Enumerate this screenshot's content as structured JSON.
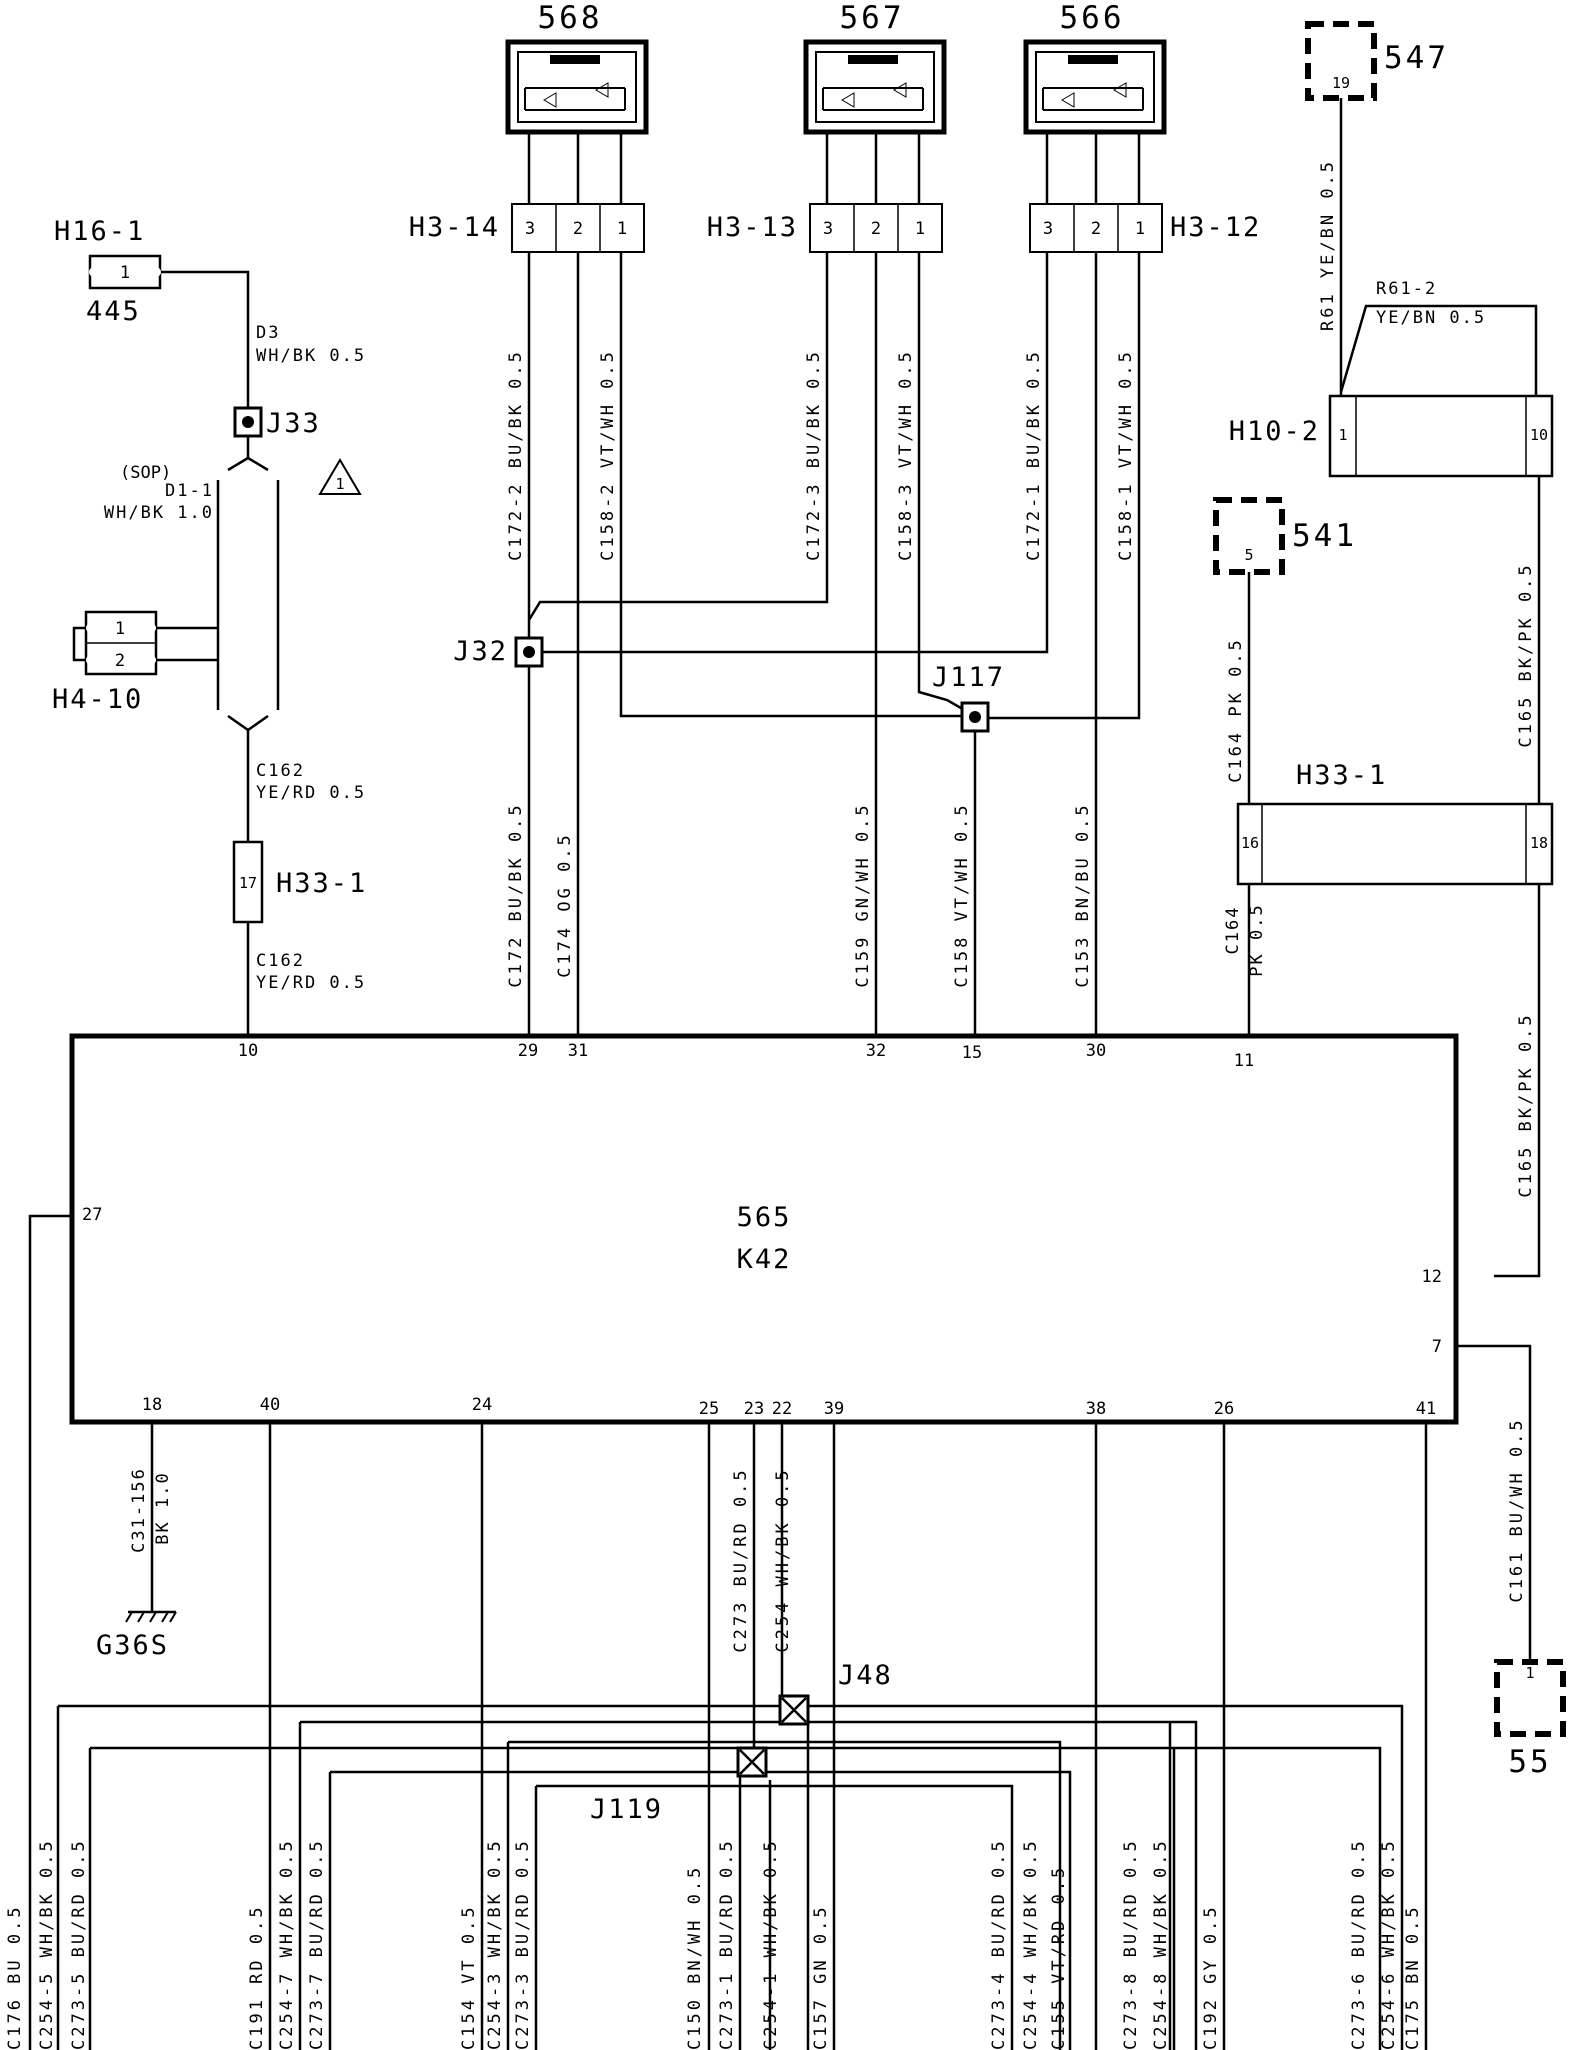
{
  "components": {
    "c568": {
      "label": "568",
      "pins": [
        "3",
        "2",
        "1"
      ],
      "connector": "H3-14"
    },
    "c567": {
      "label": "567",
      "pins": [
        "3",
        "2",
        "1"
      ],
      "connector": "H3-13"
    },
    "c566": {
      "label": "566",
      "pins": [
        "3",
        "2",
        "1"
      ],
      "connector": "H3-12"
    },
    "c547": {
      "label": "547",
      "pin": "19"
    },
    "c541": {
      "label": "541",
      "pin": "5"
    },
    "c55": {
      "label": "55",
      "pin": "1"
    },
    "c445": {
      "label": "445",
      "connector": "H16-1",
      "pin": "1"
    },
    "module": {
      "number": "565",
      "code": "K42"
    },
    "ground": "G36S"
  },
  "connectors": {
    "h4_10": {
      "label": "H4-10",
      "pins": [
        "1",
        "2"
      ]
    },
    "h33_1_left": {
      "label": "H33-1",
      "pin": "17"
    },
    "h33_1_right": {
      "label": "H33-1",
      "pins": [
        "16",
        "18"
      ]
    },
    "h10_2": {
      "label": "H10-2",
      "pins": [
        "1",
        "10"
      ]
    }
  },
  "junctions": [
    "J33",
    "J32",
    "J117",
    "J48",
    "J119"
  ],
  "notes": {
    "sop": "(SOP)",
    "triangle": "1"
  },
  "module_pins": {
    "top": [
      "10",
      "29",
      "31",
      "32",
      "15",
      "30",
      "11"
    ],
    "left": "27",
    "right": [
      "12",
      "7"
    ],
    "bottom": [
      "18",
      "40",
      "24",
      "25",
      "23",
      "22",
      "39",
      "38",
      "26",
      "41"
    ]
  },
  "wires": {
    "d3": [
      "D3",
      "WH/BK 0.5"
    ],
    "d1_1": [
      "D1-1",
      "WH/BK 1.0"
    ],
    "c162a": [
      "C162",
      "YE/RD 0.5"
    ],
    "c162b": [
      "C162",
      "YE/RD 0.5"
    ],
    "c172_2": "C172-2 BU/BK 0.5",
    "c158_2": "C158-2 VT/WH 0.5",
    "c172_3": "C172-3 BU/BK 0.5",
    "c158_3": "C158-3 VT/WH 0.5",
    "c172_1": "C172-1 BU/BK 0.5",
    "c158_1": "C158-1 VT/WH 0.5",
    "c172": "C172 BU/BK 0.5",
    "c174": "C174 OG 0.5",
    "c159": "C159 GN/WH 0.5",
    "c158": "C158 VT/WH 0.5",
    "c153": "C153 BN/BU 0.5",
    "c164a": "C164 PK 0.5",
    "c164b": [
      "C164",
      "PK 0.5"
    ],
    "r61": "R61 YE/BN 0.5",
    "r61_2": [
      "R61-2",
      "YE/BN 0.5"
    ],
    "c165a": "C165 BK/PK 0.5",
    "c165b": "C165 BK/PK 0.5",
    "c161": "C161 BU/WH 0.5",
    "c31_156": [
      "C31-156",
      "BK 1.0"
    ],
    "c273": "C273 BU/RD 0.5",
    "c254": "C254 WH/BK 0.5"
  },
  "bottom_wires": [
    "C176 BU 0.5",
    "C254-5 WH/BK 0.5",
    "C273-5 BU/RD 0.5",
    "C191 RD 0.5",
    "C254-7 WH/BK 0.5",
    "C273-7 BU/RD 0.5",
    "C154 VT 0.5",
    "C254-3 WH/BK 0.5",
    "C273-3 BU/RD 0.5",
    "C150 BN/WH 0.5",
    "C273-1 BU/RD 0.5",
    "C254-1 WH/BK 0.5",
    "C157 GN 0.5",
    "C273-4 BU/RD 0.5",
    "C254-4 WH/BK 0.5",
    "C155 VT/RD 0.5",
    "C273-8 BU/RD 0.5",
    "C254-8 WH/BK 0.5",
    "C192 GY 0.5",
    "C273-6 BU/RD 0.5",
    "C254-6 WH/BK 0.5",
    "C175 BN 0.5"
  ]
}
